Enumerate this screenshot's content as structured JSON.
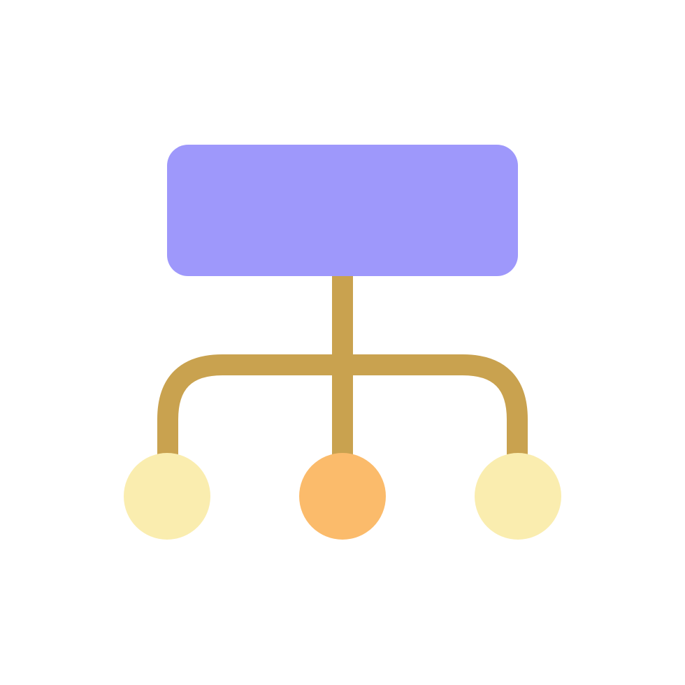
{
  "icon": {
    "name": "hierarchy-structure-icon",
    "colors": {
      "background": "#ffffff",
      "parent_box": "#9e98fb",
      "connector": "#c9a24f",
      "child_outer": "#faedaf",
      "child_center": "#fbbb6b"
    },
    "children": [
      {
        "name": "child-node-left",
        "color_key": "child_outer"
      },
      {
        "name": "child-node-center",
        "color_key": "child_center"
      },
      {
        "name": "child-node-right",
        "color_key": "child_outer"
      }
    ]
  }
}
